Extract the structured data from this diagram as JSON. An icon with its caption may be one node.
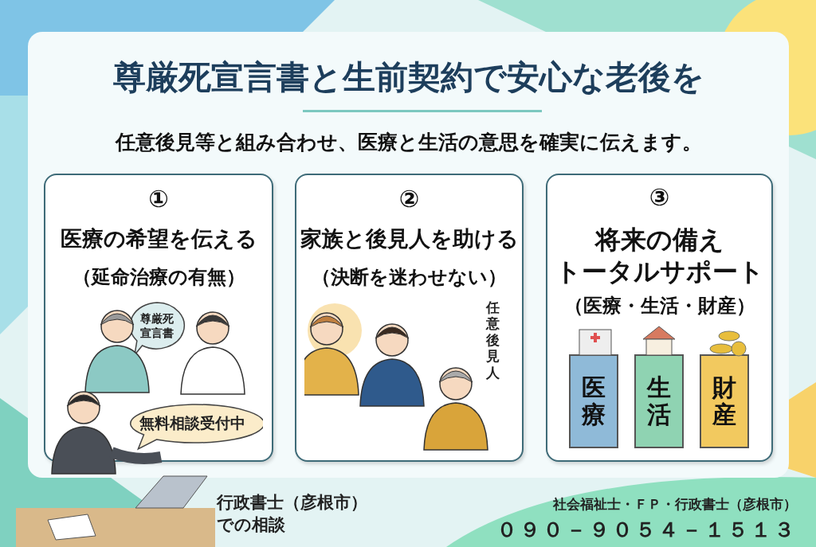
{
  "diagram": {
    "title": "尊厳死宣言書と生前契約で安心な老後を",
    "nodes": [
      {
        "text": [
          "①",
          "医療の希望を伝える",
          "（延命治療の有無）"
        ]
      },
      {
        "text": [
          "尊厳死宣言書"
        ],
        "in": 0
      },
      {
        "text": [
          "無料相談受付中"
        ],
        "in": 0
      },
      {
        "text": [
          "②",
          "家族と後見人を助ける",
          "（決断を迷わせない）"
        ]
      },
      {
        "text": [
          "③",
          "将来の備え",
          "トータルサポート",
          "（医療・生活・財産）"
        ]
      },
      {
        "text": [
          "医療"
        ],
        "in": 4
      },
      {
        "text": [
          "生活"
        ],
        "in": 4
      },
      {
        "text": [
          "財産"
        ],
        "in": 4
      }
    ],
    "edges": [],
    "labels": [
      "任意後見等と組み合わせ、医療と生活の意思を確実に伝えます。",
      "任意後見人",
      "行政書士（彦根市）での相談",
      "社会福祉士・ＦＰ・行政書士（彦根市）",
      "０９０－９０５４－１５１３"
    ]
  }
}
